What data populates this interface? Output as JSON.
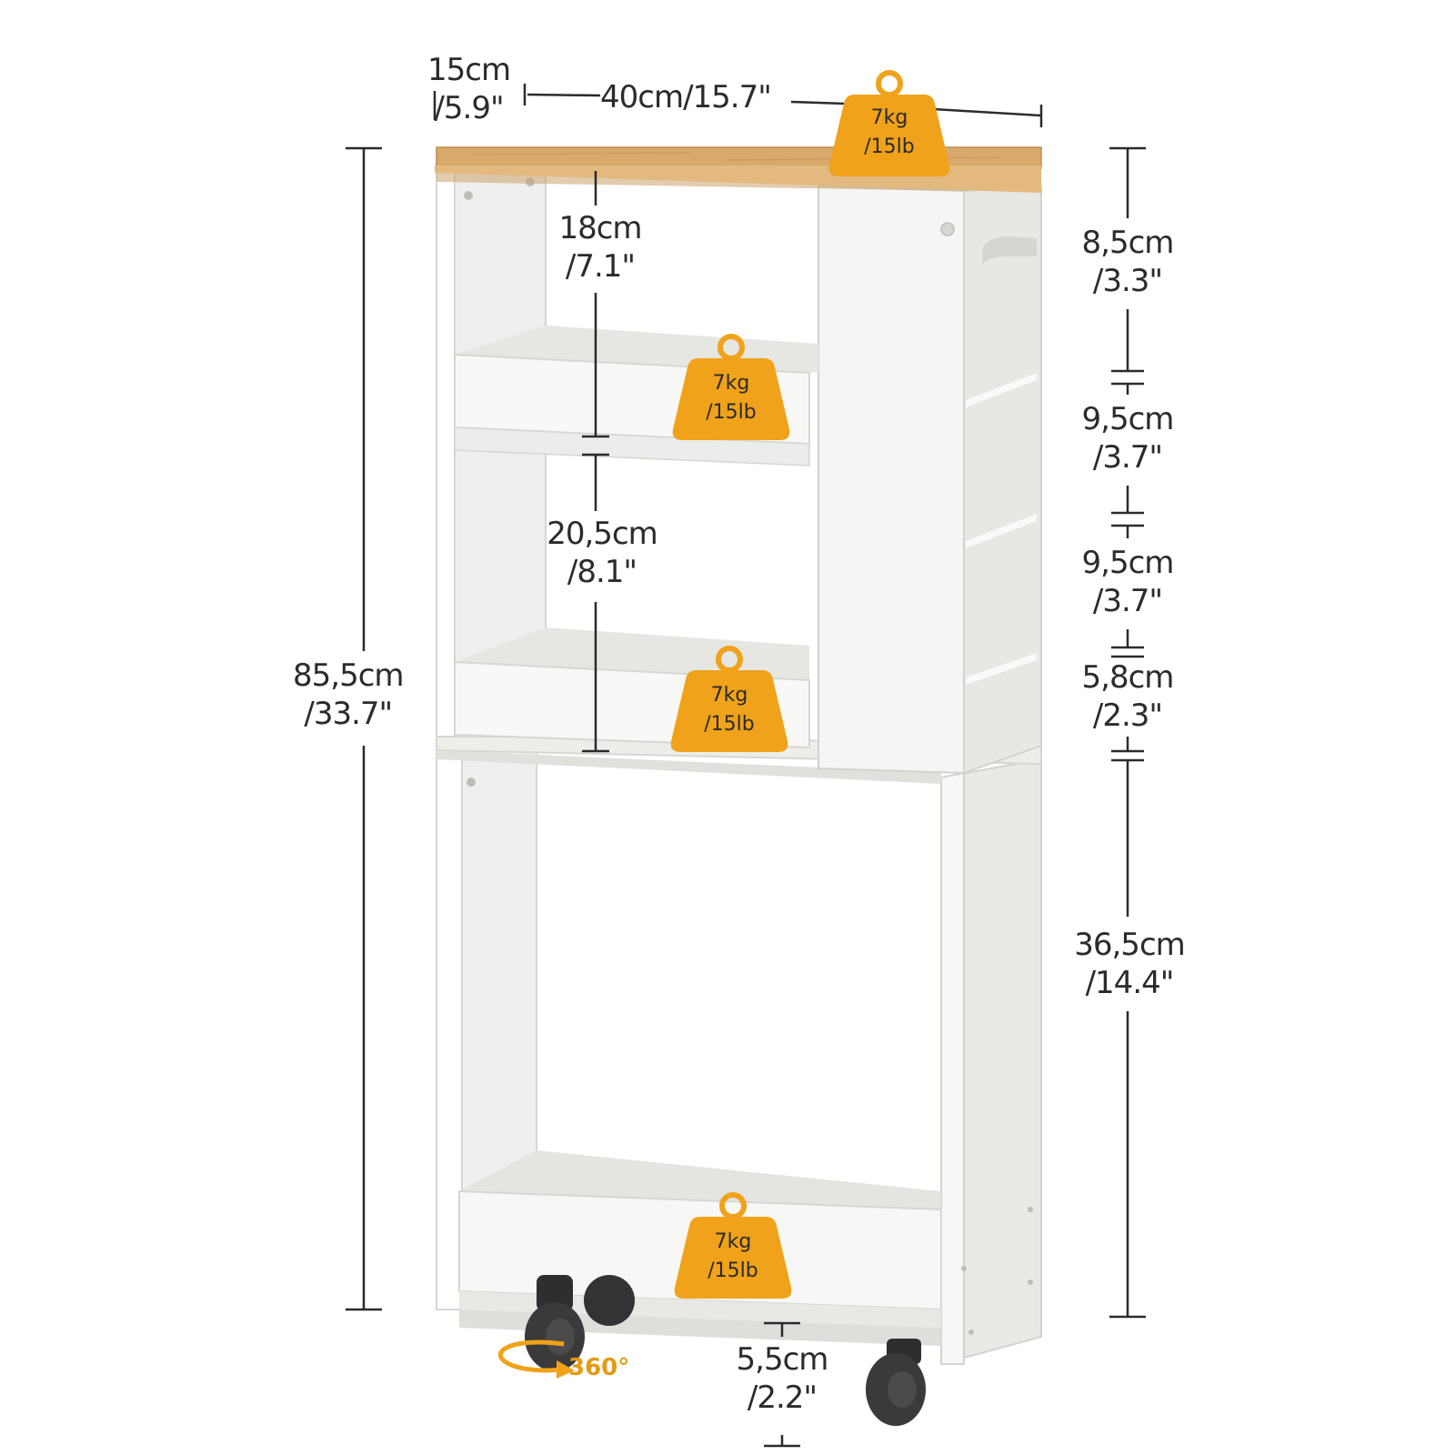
{
  "colors": {
    "wood": "#d8a96a",
    "panel": "#f3f3f1",
    "panel_shadow": "#dcdcd8",
    "weight_tag": "#f0a21a",
    "dimension_line": "#2b2b2b",
    "caster": "#3a3a3a"
  },
  "dimensions": {
    "depth": {
      "metric": "15cm",
      "imperial": "/5.9\""
    },
    "width": {
      "label": "40cm/15.7\""
    },
    "total_height": {
      "metric": "85,5cm",
      "imperial": "/33.7\""
    },
    "shelf_gap_top": {
      "metric": "18cm",
      "imperial": "/7.1\""
    },
    "shelf_gap_middle": {
      "metric": "20,5cm",
      "imperial": "/8.1\""
    },
    "side_gap_1": {
      "metric": "8,5cm",
      "imperial": "/3.3\""
    },
    "side_gap_2": {
      "metric": "9,5cm",
      "imperial": "/3.7\""
    },
    "side_gap_3": {
      "metric": "9,5cm",
      "imperial": "/3.7\""
    },
    "side_gap_4": {
      "metric": "5,8cm",
      "imperial": "/2.3\""
    },
    "lower_opening": {
      "metric": "36,5cm",
      "imperial": "/14.4\""
    },
    "ground_clearance": {
      "metric": "5,5cm",
      "imperial": "/2.2\""
    }
  },
  "load_tags": [
    {
      "line1": "7kg",
      "line2": "/15lb"
    },
    {
      "line1": "7kg",
      "line2": "/15lb"
    },
    {
      "line1": "7kg",
      "line2": "/15lb"
    },
    {
      "line1": "7kg",
      "line2": "/15lb"
    }
  ],
  "caster_rotation": "360°"
}
